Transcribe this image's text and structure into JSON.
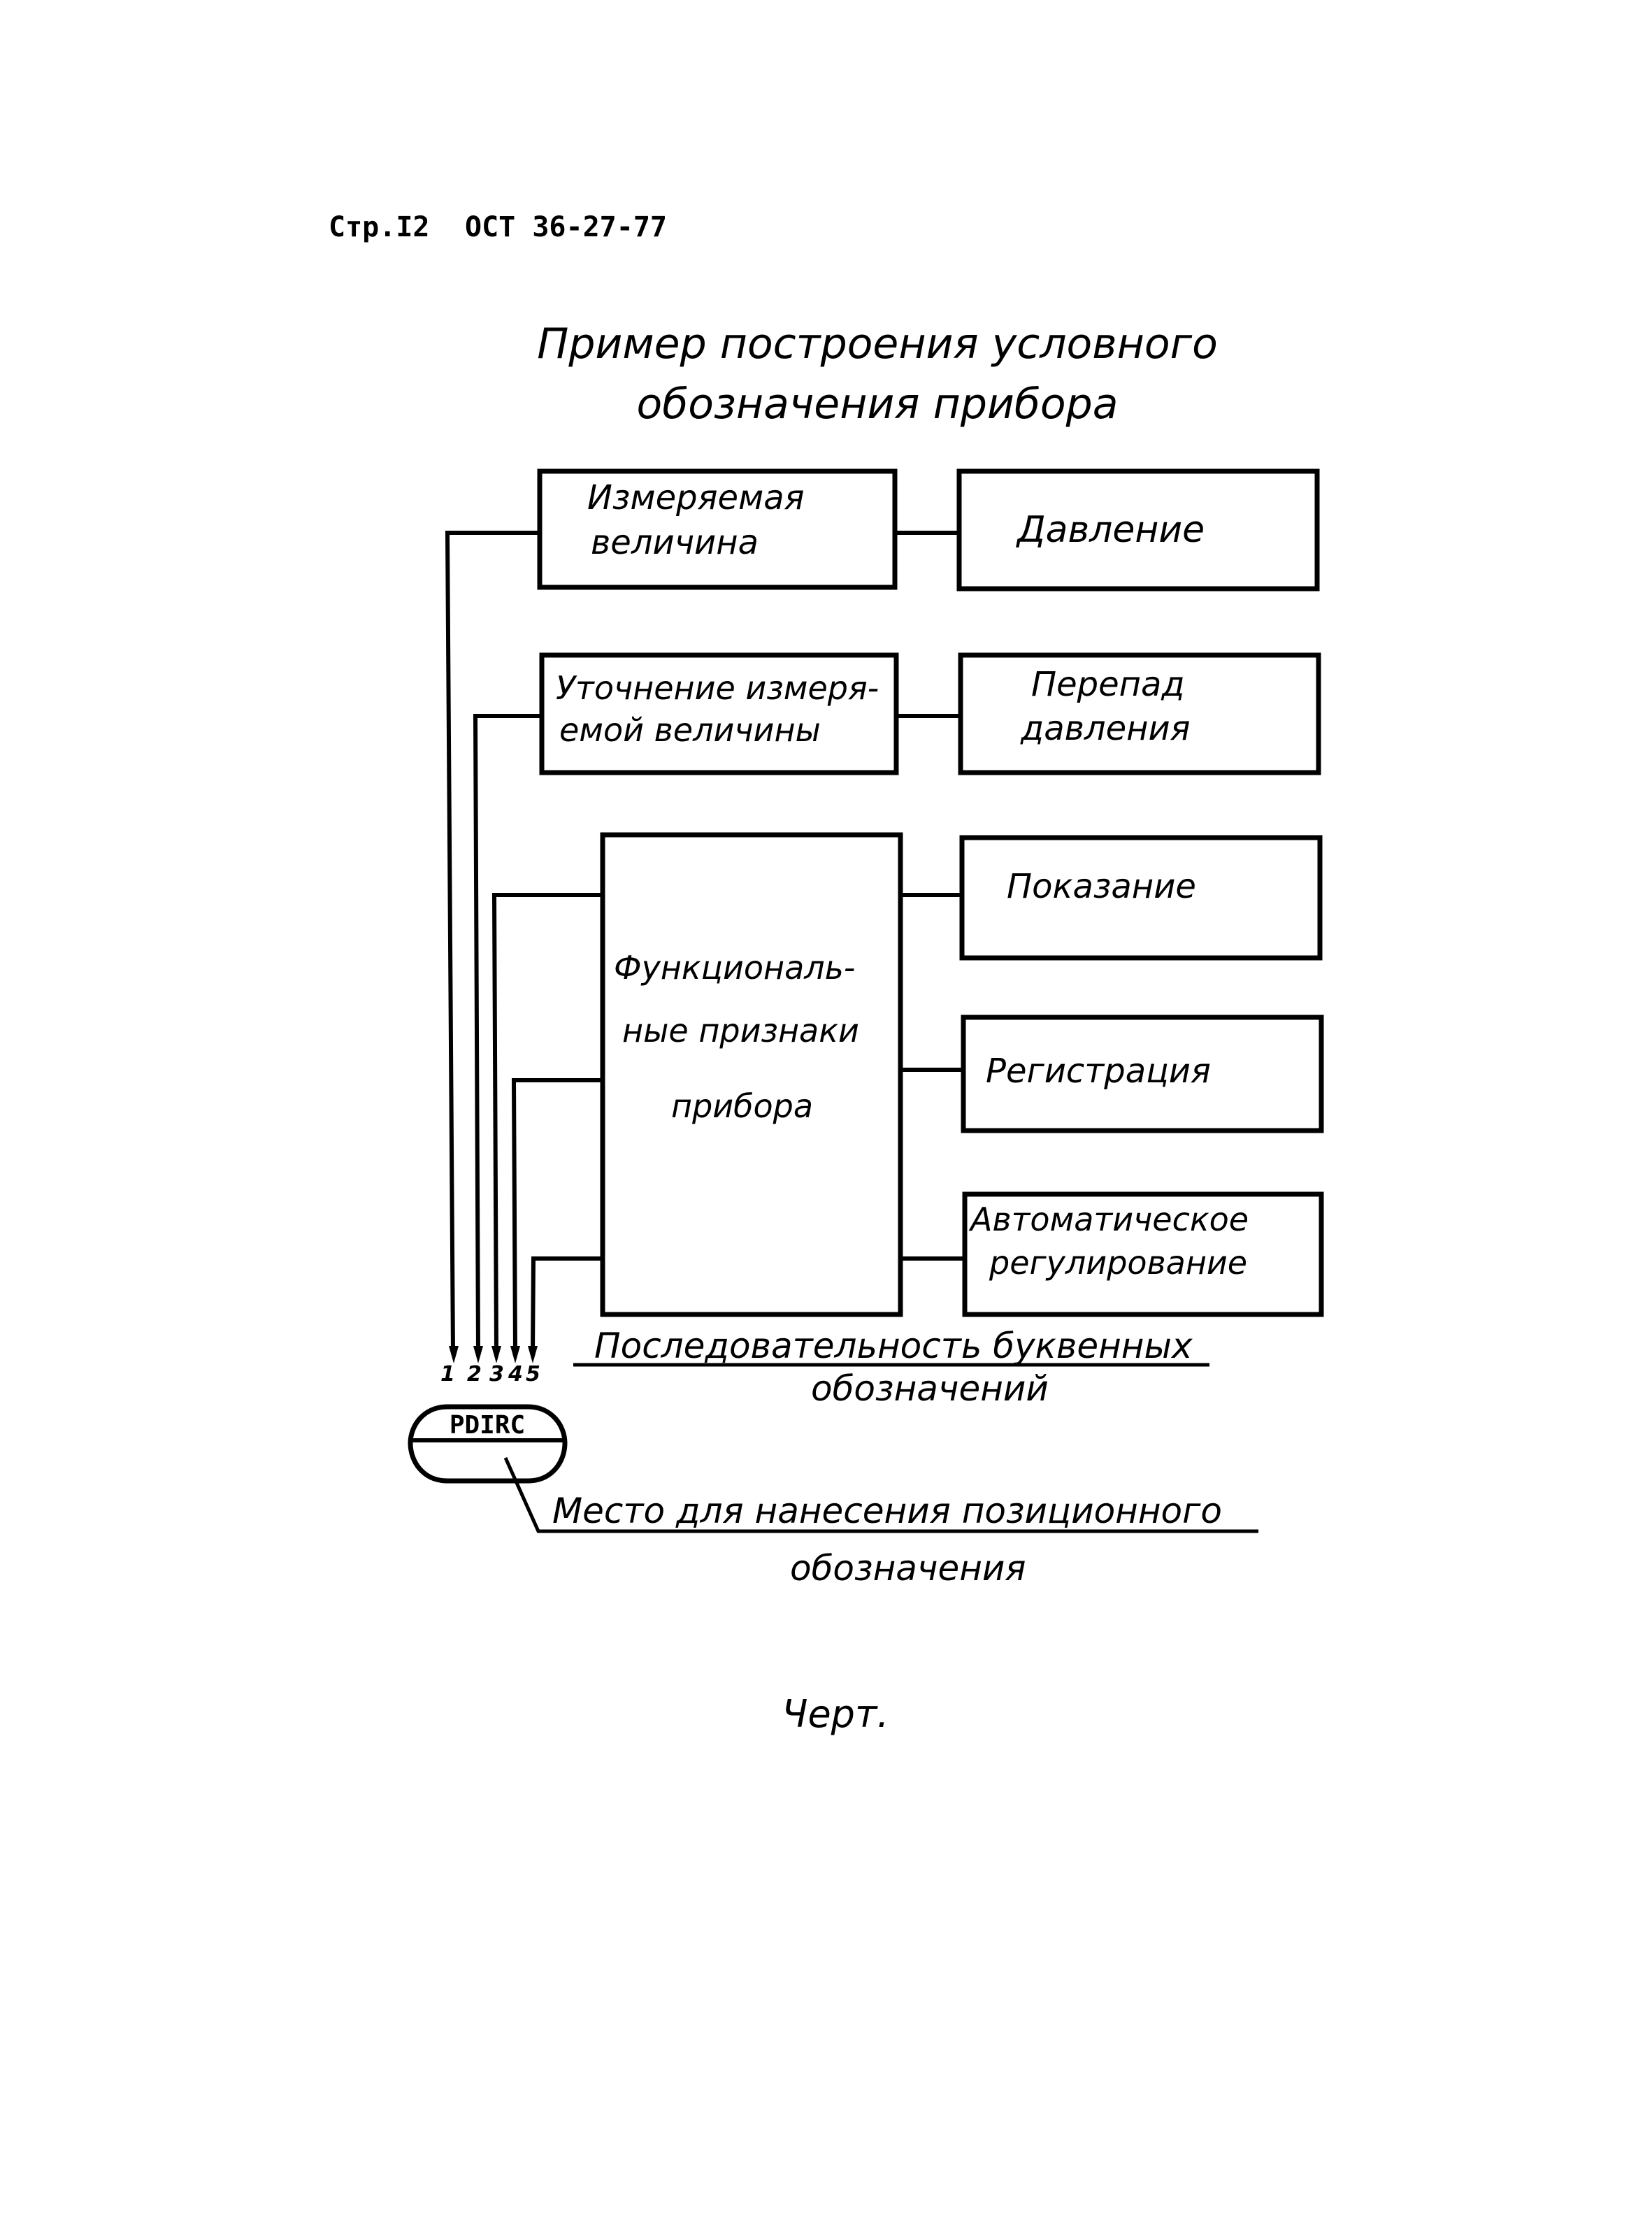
{
  "header": {
    "page_label": "Стр.I2",
    "standard": "ОСТ 36-27-77"
  },
  "title": {
    "line1": "Пример построения условного",
    "line2": "обозначения прибора"
  },
  "blocks": {
    "measured_quantity": {
      "line1": "Измеряемая",
      "line2": "величина"
    },
    "measured_refinement": {
      "line1": "Уточнение измеря-",
      "line2": "емой величины"
    },
    "functional_features": {
      "line1": "Функциональ-",
      "line2": "ные признаки",
      "line3": "прибора"
    }
  },
  "values": {
    "pressure": {
      "line1": "Давление"
    },
    "pressure_diff": {
      "line1": "Перепад",
      "line2": "давления"
    },
    "indication": {
      "line1": "Показание"
    },
    "registration": {
      "line1": "Регистрация"
    },
    "auto_control": {
      "line1": "Автоматическое",
      "line2": "регулирование"
    }
  },
  "sequence_numbers": [
    "1",
    "2",
    "3",
    "4",
    "5"
  ],
  "instrument_symbol": {
    "code": "PDIRC"
  },
  "annotations": {
    "letter_sequence": {
      "line1": "Последовательность буквенных",
      "line2": "обозначений"
    },
    "position_place": {
      "line1": "Место для нанесения позиционного",
      "line2": "обозначения"
    }
  },
  "caption": "Черт."
}
